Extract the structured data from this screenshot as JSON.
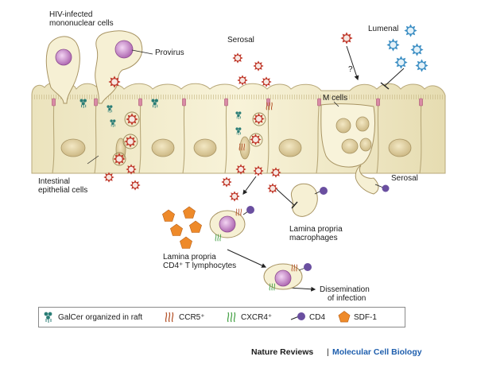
{
  "labels": {
    "hiv_cells_line1": "HIV-infected",
    "hiv_cells_line2": "mononuclear cells",
    "provirus": "Provirus",
    "serosal_top": "Serosal",
    "lumenal": "Lumenal",
    "question": "?",
    "m_cells": "M cells",
    "intestinal_line1": "Intestinal",
    "intestinal_line2": "epithelial cells",
    "serosal_right": "Serosal",
    "macrophages_line1": "Lamina propria",
    "macrophages_line2": "macrophages",
    "lymph_line1": "Lamina propria",
    "lymph_line2": "CD4⁺ T lymphocytes",
    "dissem_line1": "Dissemination",
    "dissem_line2": "of infection"
  },
  "virus_glyphs": {
    "r5": "R5",
    "x4": "X4"
  },
  "legend": {
    "galcer": "GalCer organized in raft",
    "ccr5": "CCR5⁺",
    "cxcr4": "CXCR4⁺",
    "cd4": "CD4",
    "sdf1": "SDF-1"
  },
  "credit": {
    "journal": "Nature Reviews",
    "separator": "|",
    "section": "Molecular Cell Biology"
  },
  "colors": {
    "r5_virus": "#c0392b",
    "x4_virus": "#2c7fb8",
    "cell_fill": "#f4efcf",
    "nucleus": "#e7d9a8",
    "infected_nucleus": "#c586c6",
    "cd4_receptor": "#6a4fa0",
    "sdf1": "#ee8a2a",
    "credit_blue": "#1f5fae"
  }
}
